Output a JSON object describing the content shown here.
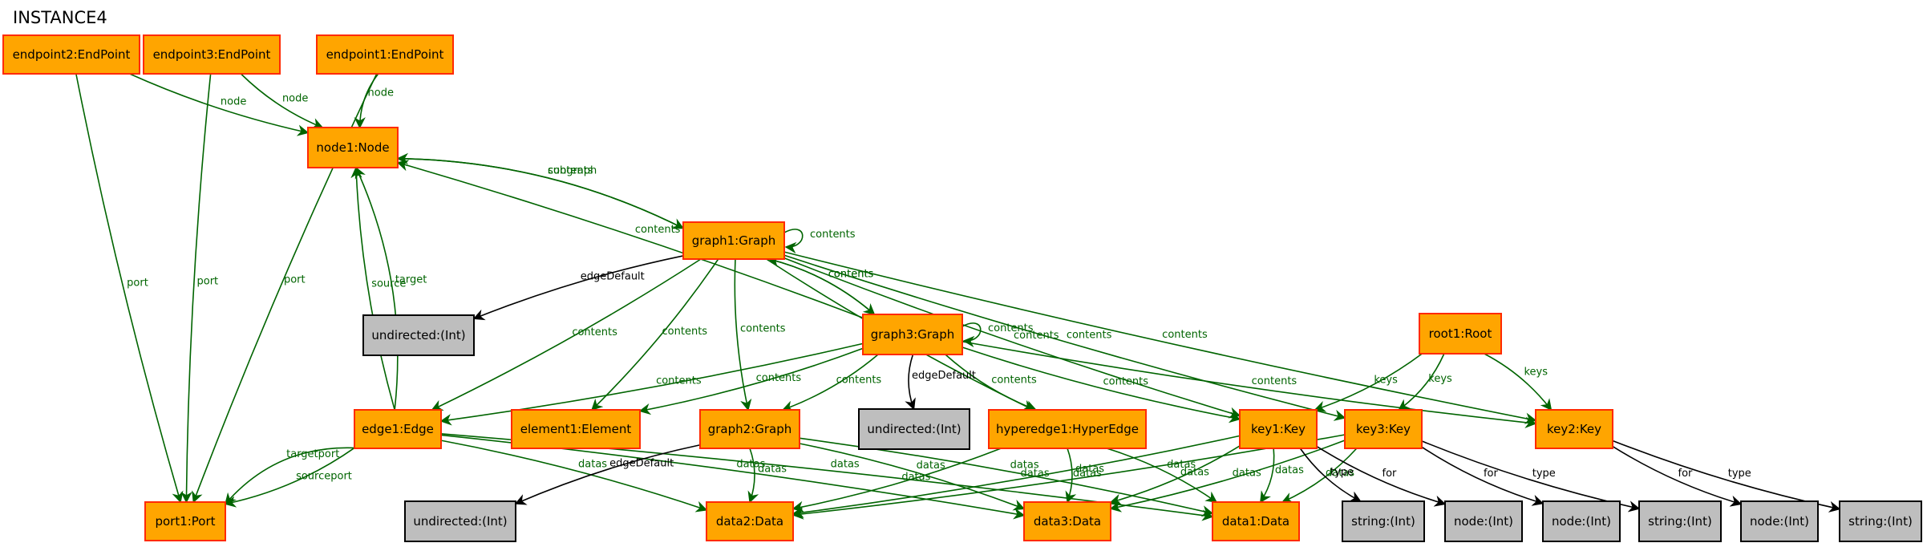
{
  "title": "INSTANCE4",
  "colors": {
    "object_fill": "#ffa500",
    "object_border": "#ff2a00",
    "value_fill": "#bebebe",
    "edge_green": "#006400",
    "edge_black": "#000000"
  },
  "nodes": [
    {
      "id": "endpoint2",
      "label": "endpoint2:EndPoint",
      "kind": "object"
    },
    {
      "id": "endpoint3",
      "label": "endpoint3:EndPoint",
      "kind": "object"
    },
    {
      "id": "endpoint1",
      "label": "endpoint1:EndPoint",
      "kind": "object"
    },
    {
      "id": "node1",
      "label": "node1:Node",
      "kind": "object"
    },
    {
      "id": "graph1",
      "label": "graph1:Graph",
      "kind": "object"
    },
    {
      "id": "undirected1",
      "label": "undirected:(Int)",
      "kind": "value"
    },
    {
      "id": "graph3",
      "label": "graph3:Graph",
      "kind": "object"
    },
    {
      "id": "root1",
      "label": "root1:Root",
      "kind": "object"
    },
    {
      "id": "edge1",
      "label": "edge1:Edge",
      "kind": "object"
    },
    {
      "id": "element1",
      "label": "element1:Element",
      "kind": "object"
    },
    {
      "id": "graph2",
      "label": "graph2:Graph",
      "kind": "object"
    },
    {
      "id": "undirected2",
      "label": "undirected:(Int)",
      "kind": "value"
    },
    {
      "id": "hyperedge1",
      "label": "hyperedge1:HyperEdge",
      "kind": "object"
    },
    {
      "id": "key1",
      "label": "key1:Key",
      "kind": "object"
    },
    {
      "id": "key3",
      "label": "key3:Key",
      "kind": "object"
    },
    {
      "id": "key2",
      "label": "key2:Key",
      "kind": "object"
    },
    {
      "id": "port1",
      "label": "port1:Port",
      "kind": "object"
    },
    {
      "id": "undirected3",
      "label": "undirected:(Int)",
      "kind": "value"
    },
    {
      "id": "data2",
      "label": "data2:Data",
      "kind": "object"
    },
    {
      "id": "data3",
      "label": "data3:Data",
      "kind": "object"
    },
    {
      "id": "data1",
      "label": "data1:Data",
      "kind": "object"
    },
    {
      "id": "string1",
      "label": "string:(Int)",
      "kind": "value"
    },
    {
      "id": "nodeint1",
      "label": "node:(Int)",
      "kind": "value"
    },
    {
      "id": "nodeint2",
      "label": "node:(Int)",
      "kind": "value"
    },
    {
      "id": "string2",
      "label": "string:(Int)",
      "kind": "value"
    },
    {
      "id": "nodeint3",
      "label": "node:(Int)",
      "kind": "value"
    },
    {
      "id": "string3",
      "label": "string:(Int)",
      "kind": "value"
    }
  ],
  "edges": [
    {
      "from": "endpoint2",
      "to": "node1",
      "label": "node",
      "color": "green"
    },
    {
      "from": "endpoint3",
      "to": "node1",
      "label": "node",
      "color": "green"
    },
    {
      "from": "endpoint1",
      "to": "node1",
      "label": "node",
      "color": "green"
    },
    {
      "from": "endpoint2",
      "to": "port1",
      "label": "port",
      "color": "green"
    },
    {
      "from": "endpoint3",
      "to": "port1",
      "label": "port",
      "color": "green"
    },
    {
      "from": "endpoint1",
      "to": "port1",
      "label": "port",
      "color": "green"
    },
    {
      "from": "node1",
      "to": "graph1",
      "label": "subgraph",
      "color": "green"
    },
    {
      "from": "graph1",
      "to": "node1",
      "label": "contents",
      "color": "green"
    },
    {
      "from": "graph3",
      "to": "node1",
      "label": "contents",
      "color": "green"
    },
    {
      "from": "graph1",
      "to": "graph1",
      "label": "contents",
      "color": "green"
    },
    {
      "from": "graph1",
      "to": "undirected1",
      "label": "edgeDefault",
      "color": "black"
    },
    {
      "from": "graph1",
      "to": "graph3",
      "label": "contents",
      "color": "green"
    },
    {
      "from": "graph3",
      "to": "graph1",
      "label": "contents",
      "color": "green"
    },
    {
      "from": "graph3",
      "to": "graph3",
      "label": "contents",
      "color": "green"
    },
    {
      "from": "graph1",
      "to": "edge1",
      "label": "contents",
      "color": "green"
    },
    {
      "from": "graph1",
      "to": "element1",
      "label": "contents",
      "color": "green"
    },
    {
      "from": "graph1",
      "to": "graph2",
      "label": "contents",
      "color": "green"
    },
    {
      "from": "graph1",
      "to": "hyperedge1",
      "label": "contents",
      "color": "green"
    },
    {
      "from": "graph1",
      "to": "key1",
      "label": "contents",
      "color": "green"
    },
    {
      "from": "graph1",
      "to": "key3",
      "label": "contents",
      "color": "green"
    },
    {
      "from": "graph1",
      "to": "key2",
      "label": "contents",
      "color": "green"
    },
    {
      "from": "graph3",
      "to": "edge1",
      "label": "contents",
      "color": "green"
    },
    {
      "from": "graph3",
      "to": "element1",
      "label": "contents",
      "color": "green"
    },
    {
      "from": "graph3",
      "to": "graph2",
      "label": "contents",
      "color": "green"
    },
    {
      "from": "graph3",
      "to": "undirected2",
      "label": "edgeDefault",
      "color": "black"
    },
    {
      "from": "graph3",
      "to": "hyperedge1",
      "label": "contents",
      "color": "green"
    },
    {
      "from": "graph3",
      "to": "key1",
      "label": "contents",
      "color": "green"
    },
    {
      "from": "graph3",
      "to": "key2",
      "label": "contents",
      "color": "green"
    },
    {
      "from": "root1",
      "to": "key1",
      "label": "keys",
      "color": "green"
    },
    {
      "from": "root1",
      "to": "key3",
      "label": "keys",
      "color": "green"
    },
    {
      "from": "root1",
      "to": "key2",
      "label": "keys",
      "color": "green"
    },
    {
      "from": "edge1",
      "to": "node1",
      "label": "source",
      "color": "green"
    },
    {
      "from": "edge1",
      "to": "node1",
      "label": "target",
      "color": "green"
    },
    {
      "from": "edge1",
      "to": "port1",
      "label": "sourceport",
      "color": "green"
    },
    {
      "from": "edge1",
      "to": "port1",
      "label": "targetport",
      "color": "green"
    },
    {
      "from": "edge1",
      "to": "data2",
      "label": "datas",
      "color": "green"
    },
    {
      "from": "edge1",
      "to": "data3",
      "label": "datas",
      "color": "green"
    },
    {
      "from": "edge1",
      "to": "data1",
      "label": "datas",
      "color": "green"
    },
    {
      "from": "graph2",
      "to": "undirected3",
      "label": "edgeDefault",
      "color": "black"
    },
    {
      "from": "graph2",
      "to": "data2",
      "label": "datas",
      "color": "green"
    },
    {
      "from": "graph2",
      "to": "data3",
      "label": "datas",
      "color": "green"
    },
    {
      "from": "graph2",
      "to": "data1",
      "label": "datas",
      "color": "green"
    },
    {
      "from": "hyperedge1",
      "to": "data2",
      "label": "datas",
      "color": "green"
    },
    {
      "from": "hyperedge1",
      "to": "data3",
      "label": "datas",
      "color": "green"
    },
    {
      "from": "hyperedge1",
      "to": "data1",
      "label": "datas",
      "color": "green"
    },
    {
      "from": "key1",
      "to": "data2",
      "label": "datas",
      "color": "green"
    },
    {
      "from": "key1",
      "to": "data3",
      "label": "datas",
      "color": "green"
    },
    {
      "from": "key1",
      "to": "data1",
      "label": "datas",
      "color": "green"
    },
    {
      "from": "key3",
      "to": "data2",
      "label": "datas",
      "color": "green"
    },
    {
      "from": "key3",
      "to": "data3",
      "label": "datas",
      "color": "green"
    },
    {
      "from": "key3",
      "to": "data1",
      "label": "datas",
      "color": "green"
    },
    {
      "from": "key1",
      "to": "string1",
      "label": "type",
      "color": "black"
    },
    {
      "from": "key1",
      "to": "nodeint1",
      "label": "for",
      "color": "black"
    },
    {
      "from": "key3",
      "to": "nodeint2",
      "label": "for",
      "color": "black"
    },
    {
      "from": "key3",
      "to": "string2",
      "label": "type",
      "color": "black"
    },
    {
      "from": "key2",
      "to": "nodeint3",
      "label": "for",
      "color": "black"
    },
    {
      "from": "key2",
      "to": "string3",
      "label": "type",
      "color": "black"
    }
  ]
}
